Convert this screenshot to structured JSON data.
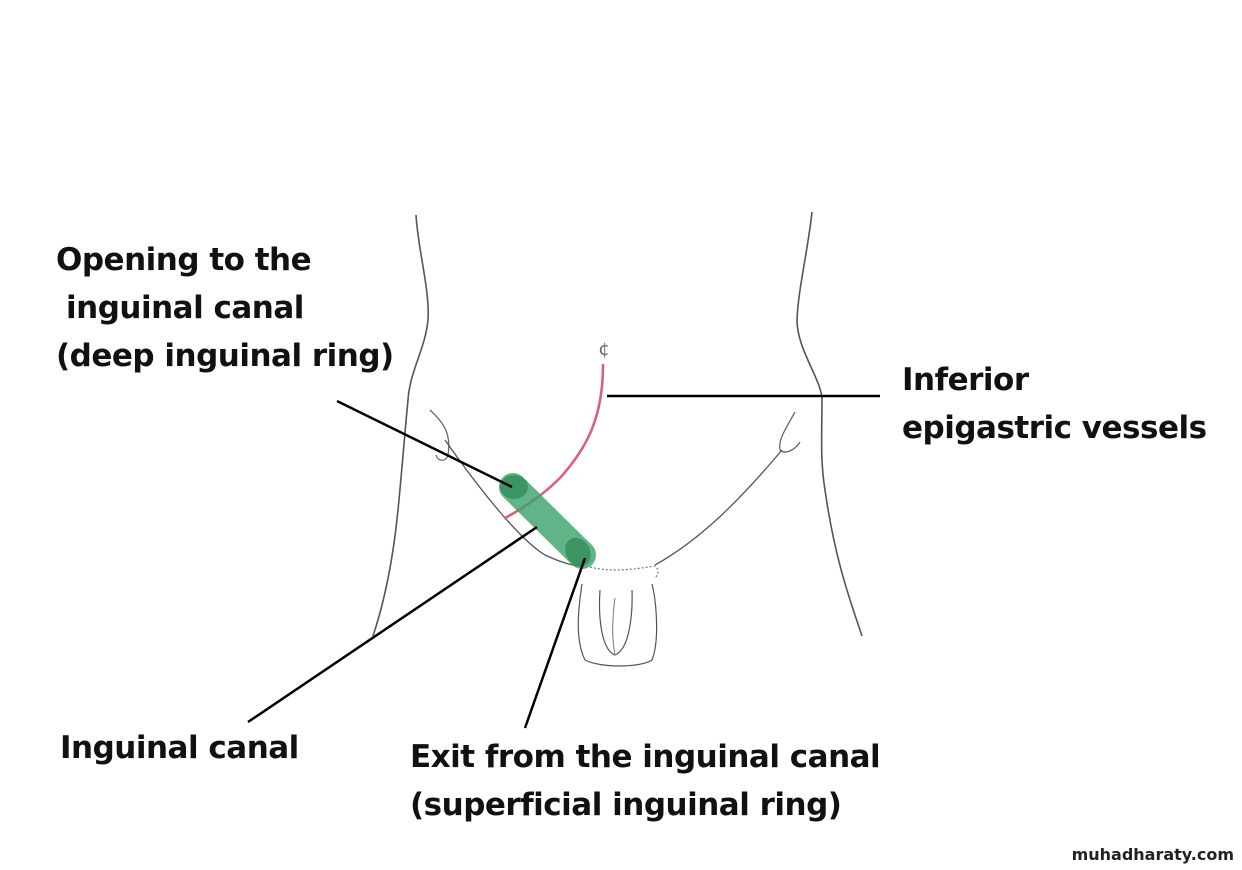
{
  "labels": {
    "deep_ring": [
      "Opening to the",
      "inguinal canal",
      "(deep inguinal ring)"
    ],
    "epigastric": [
      "Inferior",
      "epigastric vessels"
    ],
    "canal": [
      "Inguinal canal"
    ],
    "exit": [
      "Exit from the inguinal canal",
      "(superficial inguinal ring)"
    ]
  },
  "navel_symbol": "¢",
  "watermark": "muhadharaty.com",
  "colors": {
    "outline": "#555555",
    "vessel": "#d9607e",
    "canal_fill": "#3aa06a",
    "ring_fill": "#2e8b57",
    "leader": "#000000",
    "text": "#111111"
  }
}
